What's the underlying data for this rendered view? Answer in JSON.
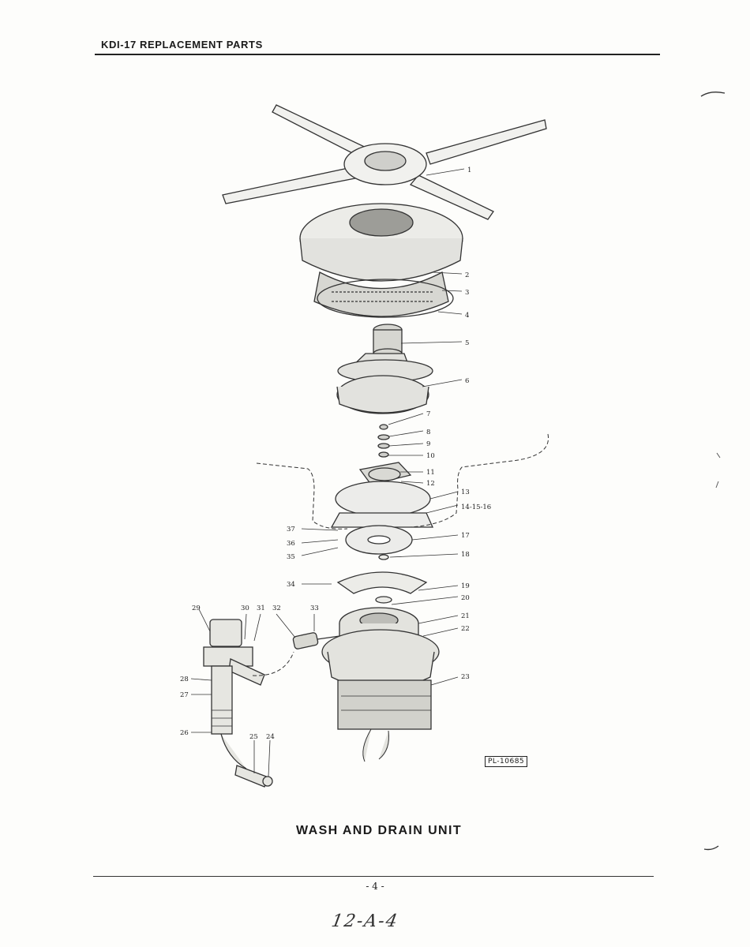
{
  "header": {
    "title": "KDI-17 REPLACEMENT PARTS"
  },
  "figure": {
    "caption": "WASH AND DRAIN UNIT",
    "stamp": "PL-10685",
    "callouts": [
      "1",
      "2",
      "3",
      "4",
      "5",
      "6",
      "7",
      "8",
      "9",
      "10",
      "11",
      "12",
      "13",
      "14-15-16",
      "17",
      "18",
      "19",
      "20",
      "21",
      "22",
      "23",
      "24",
      "25",
      "26",
      "27",
      "28",
      "29",
      "30",
      "31",
      "32",
      "33",
      "34",
      "35",
      "36",
      "37"
    ]
  },
  "footer": {
    "page_number": "- 4 -",
    "handwritten_note": "12-A-4"
  }
}
